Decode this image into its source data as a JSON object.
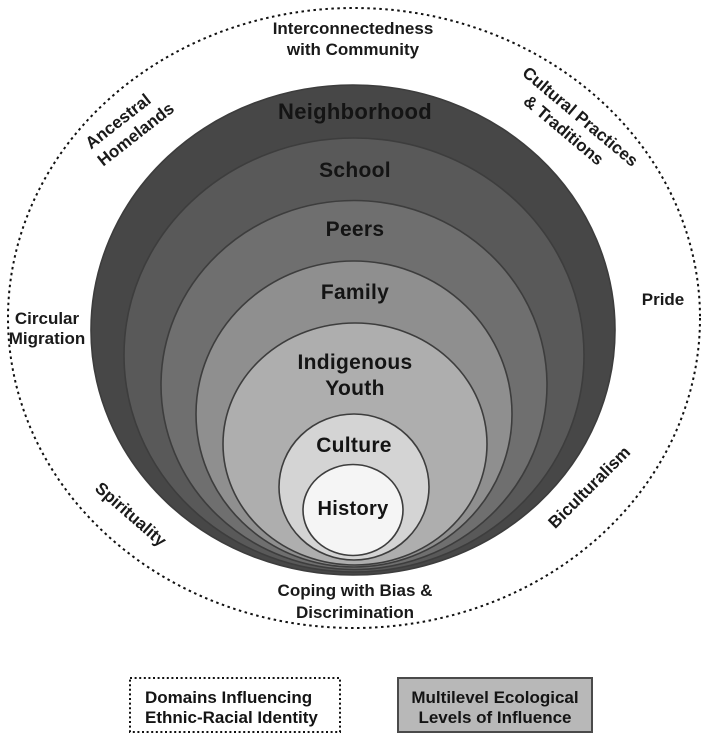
{
  "figure": {
    "domain_labels": {
      "top": {
        "lines": [
          "Interconnectedness",
          "with Community"
        ]
      },
      "top_left": {
        "lines": [
          "Ancestral",
          "Homelands"
        ]
      },
      "top_right": {
        "lines": [
          "Cultural Practices",
          "& Traditions"
        ]
      },
      "left": {
        "lines": [
          "Circular",
          "Migration"
        ]
      },
      "right": {
        "lines": [
          "Pride"
        ]
      },
      "bottom_left": {
        "lines": [
          "Spirituality"
        ]
      },
      "bottom_right": {
        "lines": [
          "Biculturalism"
        ]
      },
      "bottom": {
        "lines": [
          "Coping with Bias &",
          "Discrimination"
        ]
      }
    },
    "levels": [
      {
        "label": "Neighborhood",
        "fill": "#474747"
      },
      {
        "label": "School",
        "fill": "#595959"
      },
      {
        "label": "Peers",
        "fill": "#6f6f6f"
      },
      {
        "label": "Family",
        "fill": "#8f8f8f"
      },
      {
        "label": "Indigenous Youth",
        "lines": [
          "Indigenous",
          "Youth"
        ],
        "fill": "#aeaeae"
      },
      {
        "label": "Culture",
        "fill": "#d4d4d4"
      },
      {
        "label": "History",
        "fill": "#f5f5f5"
      }
    ],
    "legend": {
      "domains": {
        "lines": [
          "Domains Influencing",
          "Ethnic-Racial Identity"
        ]
      },
      "levels": {
        "lines": [
          "Multilevel Ecological",
          "Levels of Influence"
        ],
        "fill": "#b8b8b8"
      }
    },
    "colors": {
      "ring_stroke": "#3d3d3d",
      "label_text": "#141414",
      "boundary_dash": "#111111"
    }
  }
}
